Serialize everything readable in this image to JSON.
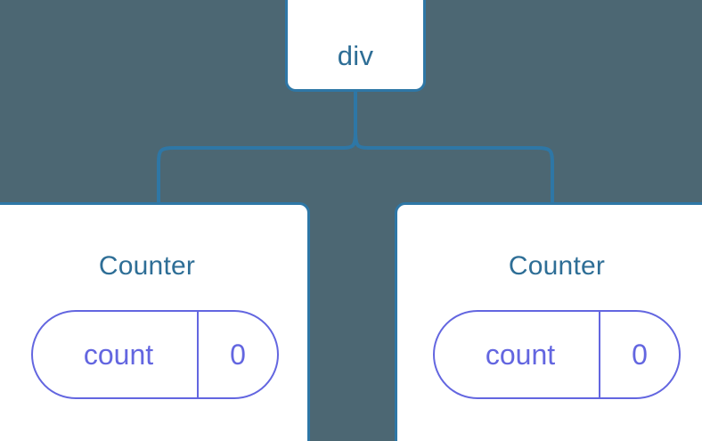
{
  "diagram": {
    "type": "component-tree",
    "background_color": "#4c6773",
    "node_border_color": "#2e77a6",
    "node_text_color": "#2e6e96",
    "state_color": "#6366e0",
    "connector_color": "#2e77a6",
    "root": {
      "label": "div",
      "tag_type": "html-element"
    },
    "children": [
      {
        "label": "Counter",
        "tag_type": "component",
        "state": {
          "key": "count",
          "value": "0"
        }
      },
      {
        "label": "Counter",
        "tag_type": "component",
        "state": {
          "key": "count",
          "value": "0"
        }
      }
    ]
  }
}
